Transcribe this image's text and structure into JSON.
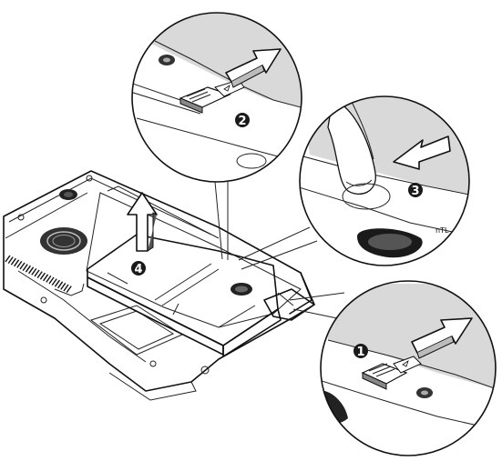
{
  "steps": {
    "one": "1",
    "two": "2",
    "three": "3",
    "four": "4"
  },
  "badge_text": "nTL",
  "colors": {
    "line": "#111111",
    "panel_gray": "#d9d9d9",
    "circle_fill": "#1a1a1a",
    "background": "#ffffff"
  }
}
